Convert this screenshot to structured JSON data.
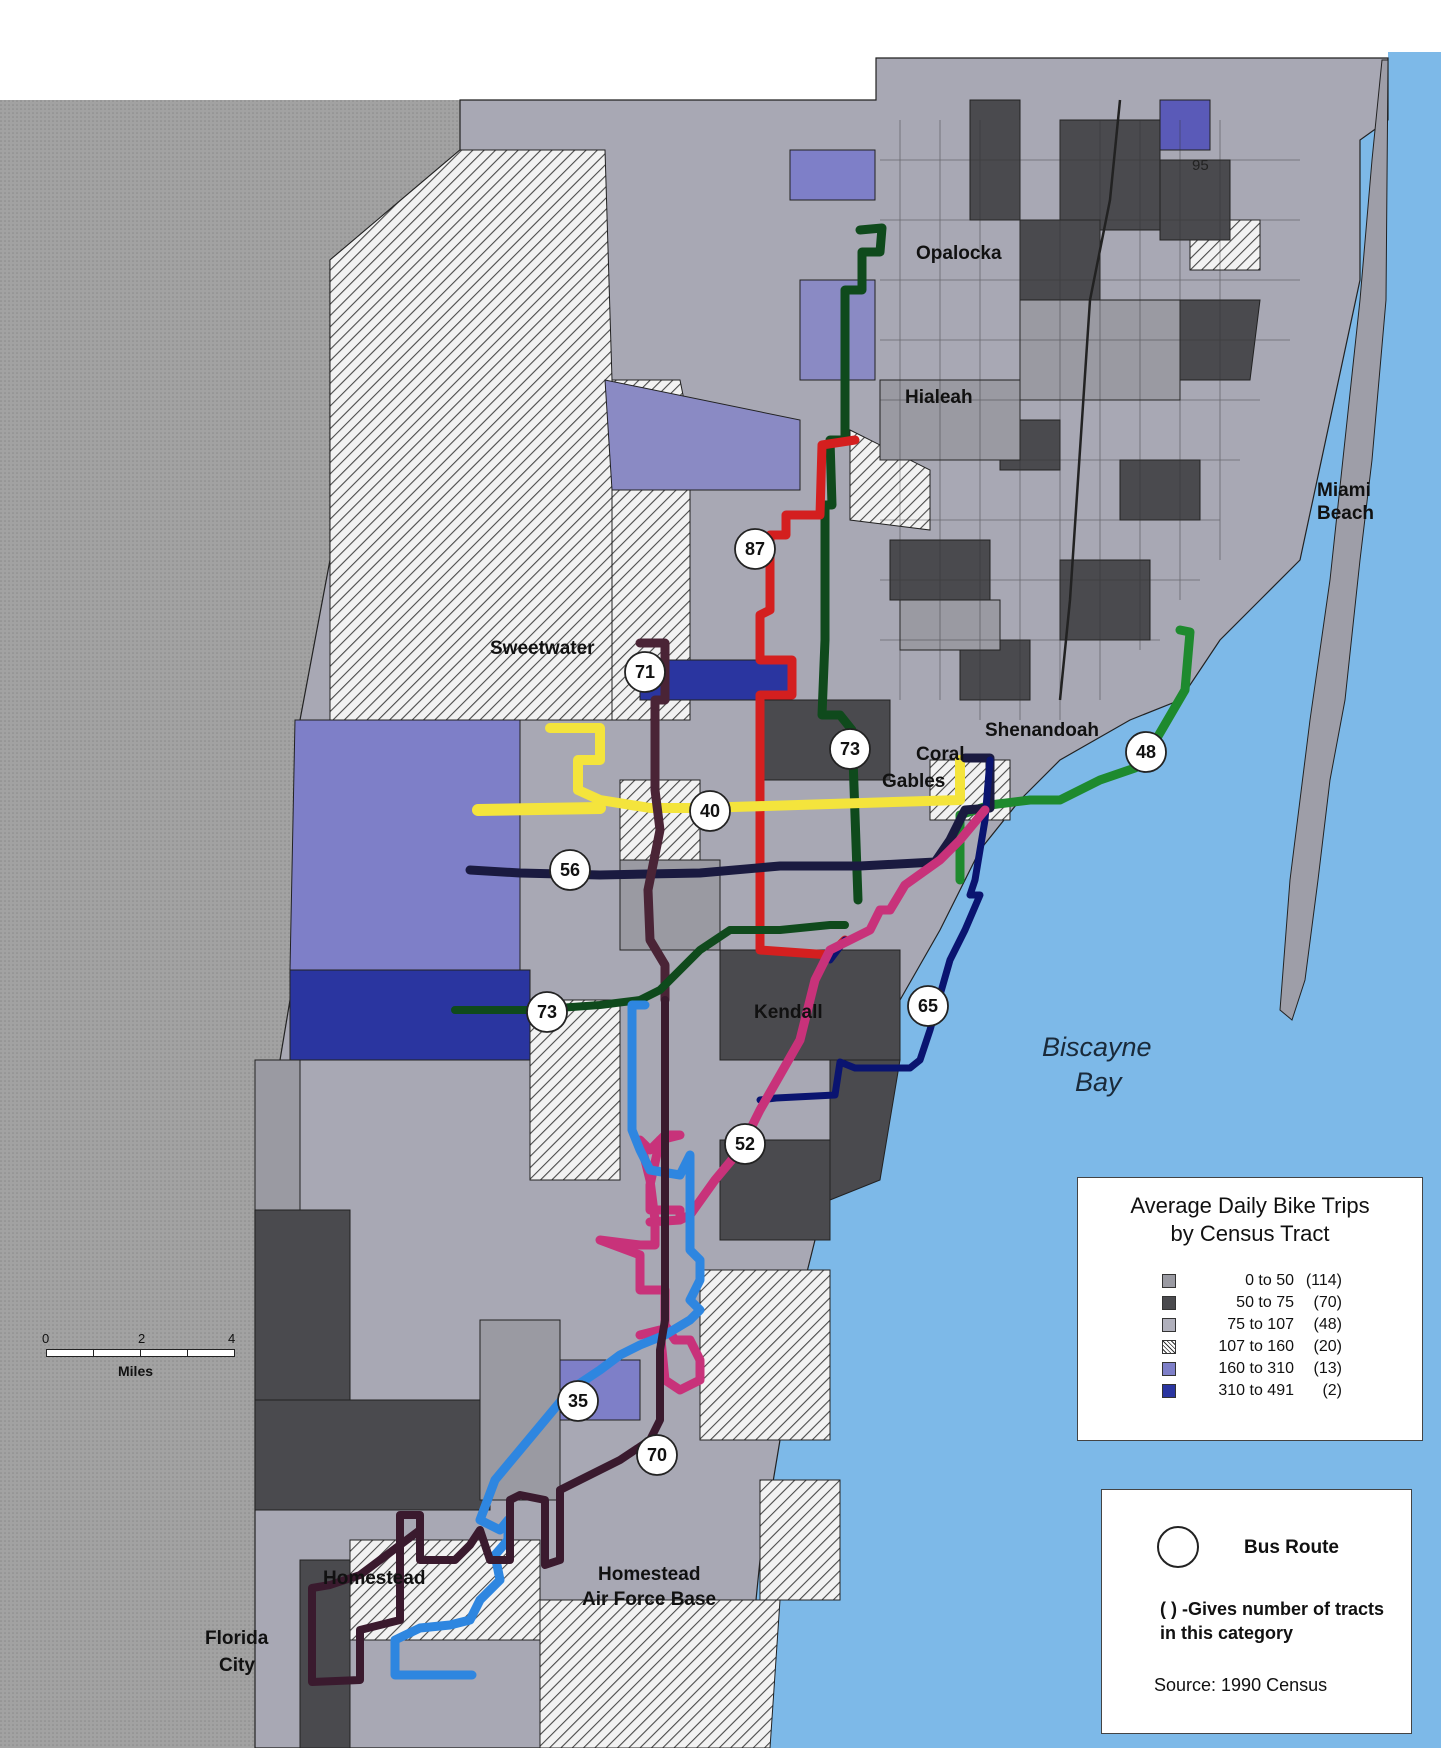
{
  "labels": {
    "opalocka": "Opalocka",
    "hialeah": "Hialeah",
    "miami_beach_1": "Miami",
    "miami_beach_2": "Beach",
    "sweetwater": "Sweetwater",
    "coral_gables_1": "Coral",
    "coral_gables_2": "Gables",
    "shenandoah": "Shenandoah",
    "kendall": "Kendall",
    "biscayne_1": "Biscayne",
    "biscayne_2": "Bay",
    "homestead": "Homestead",
    "homestead_afb_1": "Homestead",
    "homestead_afb_2": "Air Force Base",
    "florida_city_1": "Florida",
    "florida_city_2": "City",
    "interstate": "95"
  },
  "routes": [
    {
      "number": "87",
      "color": "#d41f1f"
    },
    {
      "number": "71",
      "color": "#4a2436"
    },
    {
      "number": "73",
      "color": "#0f4a1c"
    },
    {
      "number": "48",
      "color": "#1e8a2e"
    },
    {
      "number": "40",
      "color": "#f4e43c"
    },
    {
      "number": "56",
      "color": "#1a1a40"
    },
    {
      "number": "73",
      "color": "#0f4a1c"
    },
    {
      "number": "65",
      "color": "#0a1470"
    },
    {
      "number": "52",
      "color": "#c8327a"
    },
    {
      "number": "35",
      "color": "#2e86e0"
    },
    {
      "number": "70",
      "color": "#3a1a2e"
    }
  ],
  "legend": {
    "title_line1": "Average Daily Bike Trips",
    "title_line2": "by Census Tract",
    "categories": [
      {
        "range": "0 to  50",
        "count": "(114)",
        "color": "#9a9aa2"
      },
      {
        "range": "50 to  75",
        "count": "(70)",
        "color": "#4a4a4e"
      },
      {
        "range": "75 to 107",
        "count": "(48)",
        "color": "#b0b0bc"
      },
      {
        "range": "107 to 160",
        "count": "(20)",
        "color": "#ffffff"
      },
      {
        "range": "160 to 310",
        "count": "(13)",
        "color": "#7e7fc8"
      },
      {
        "range": "310 to 491",
        "count": "(2)",
        "color": "#2a35a0"
      }
    ]
  },
  "route_legend": {
    "label": "Bus Route",
    "note": "( ) -Gives number of tracts in this category",
    "source": "Source: 1990 Census"
  },
  "scale": {
    "ticks": [
      "0",
      "2",
      "4"
    ],
    "unit": "Miles"
  },
  "colors": {
    "water": "#7db9e8",
    "county_gray": "#9d9d9d",
    "hatch_line": "#444444"
  }
}
